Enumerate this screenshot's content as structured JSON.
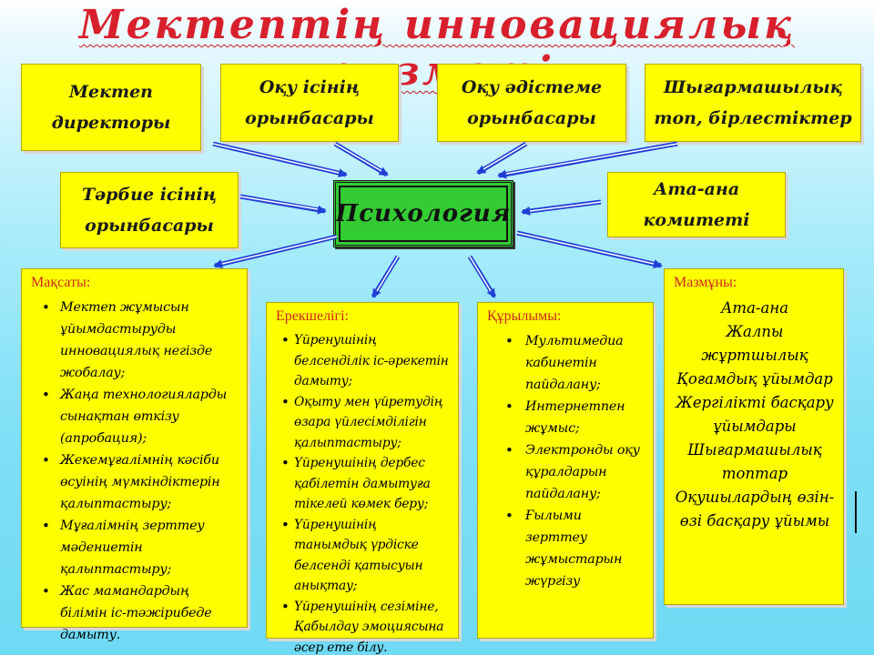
{
  "title": "Мектептің инновациялық қызметі",
  "top_boxes": [
    {
      "line1": "Мектеп",
      "line2": "директоры"
    },
    {
      "line1": "Оқу ісінің",
      "line2": "орынбасары"
    },
    {
      "line1": "Оқу әдістеме",
      "line2": "орынбасары"
    },
    {
      "line1": "Шығармашылық",
      "line2": "топ, бірлестіктер"
    }
  ],
  "left_box": {
    "line1": "Тәрбие ісінің",
    "line2": "орынбасары"
  },
  "right_box": {
    "line1": "Ата-ана",
    "line2": "комитеті"
  },
  "center": "Психология",
  "goals": {
    "heading": "Мақсаты:",
    "items": [
      "Мектеп жұмысын ұйымдастыруды инновациялық негізде жобалау;",
      "Жаңа технологияларды сынақтан өткізу (апробация);",
      "Жекемұғалімнің кәсіби өсуінің мүмкіндіктерін қалыптастыру;",
      "Мұғалімнің зерттеу мәдениетін қалыптастыру;",
      "Жас мамандардың білімін іс-тәжірибеде дамыту."
    ]
  },
  "features": {
    "heading": "Ерекшелігі:",
    "items": [
      "Үйренушінің белсенділік іс-әрекетін дамыту;",
      "Оқыту мен үйретудің өзара үйлесімділігін қалыптастыру;",
      "Үйренушінің дербес қабілетін дамытуға тікелей көмек беру;",
      "Үйренушінің танымдық үрдіске белсенді қатысуын анықтау;",
      "Үйренушінің сезіміне, Қабылдау эмоциясына әсер ете білу."
    ]
  },
  "structure": {
    "heading": "Құрылымы:",
    "items": [
      "Мультимедиа кабинетін пайдалану;",
      "Интернетпен жұмыс;",
      "Электронды оқу құралдарын пайдалану;",
      "Ғылыми зерттеу жұмыстарын жүргізу"
    ]
  },
  "content": {
    "heading": "Мазмұны:",
    "items": [
      "Ата-ана",
      "Жалпы жұртшылық",
      "Қоғамдық ұйымдар",
      "Жергілікті басқару",
      "ұйымдары",
      "Шығармашылық",
      "топтар",
      "Оқушылардың өзін-",
      "өзі басқару ұйымы"
    ]
  },
  "colors": {
    "box": "#ffff00",
    "center": "#33cc33",
    "arrow": "#1f3fd6",
    "title": "#d8202c",
    "heading": "#cc2a1a"
  }
}
